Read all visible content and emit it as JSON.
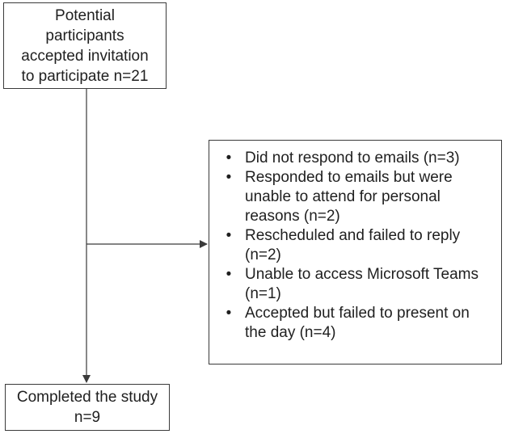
{
  "start_box": {
    "lines": [
      "Potential",
      "participants",
      "accepted invitation",
      "to participate n=21"
    ]
  },
  "exclusion_box": {
    "items": [
      "Did not respond to emails (n=3)",
      "Responded to emails but were unable to attend for personal reasons (n=2)",
      "Rescheduled and failed to reply (n=2)",
      "Unable to access Microsoft Teams (n=1)",
      "Accepted but failed to present on the day (n=4)"
    ]
  },
  "end_box": {
    "lines": [
      "Completed the study",
      "n=9"
    ]
  },
  "colors": {
    "line": "#3a3a3a",
    "text": "#1f1f1f"
  }
}
